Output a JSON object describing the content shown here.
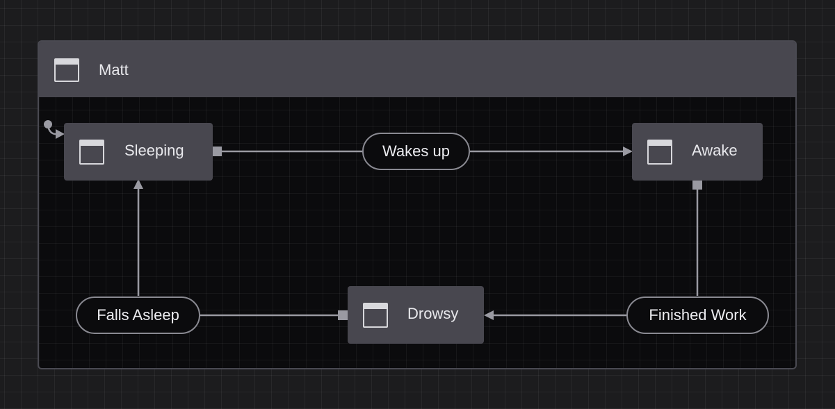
{
  "machine": {
    "title": "Matt"
  },
  "states": {
    "sleeping": "Sleeping",
    "awake": "Awake",
    "drowsy": "Drowsy"
  },
  "events": {
    "wakes_up": "Wakes up",
    "falls_asleep": "Falls Asleep",
    "finished_work": "Finished Work"
  },
  "icons": {
    "state_icon": "window-icon",
    "initial_marker": "initial-state-arrow-icon"
  },
  "colors": {
    "canvas": "#1c1c1e",
    "machine_body": "#0b0b0d",
    "header": "#48474f",
    "state": "#48474f",
    "edge": "#9a9aa2",
    "text": "#e8e8ec"
  }
}
